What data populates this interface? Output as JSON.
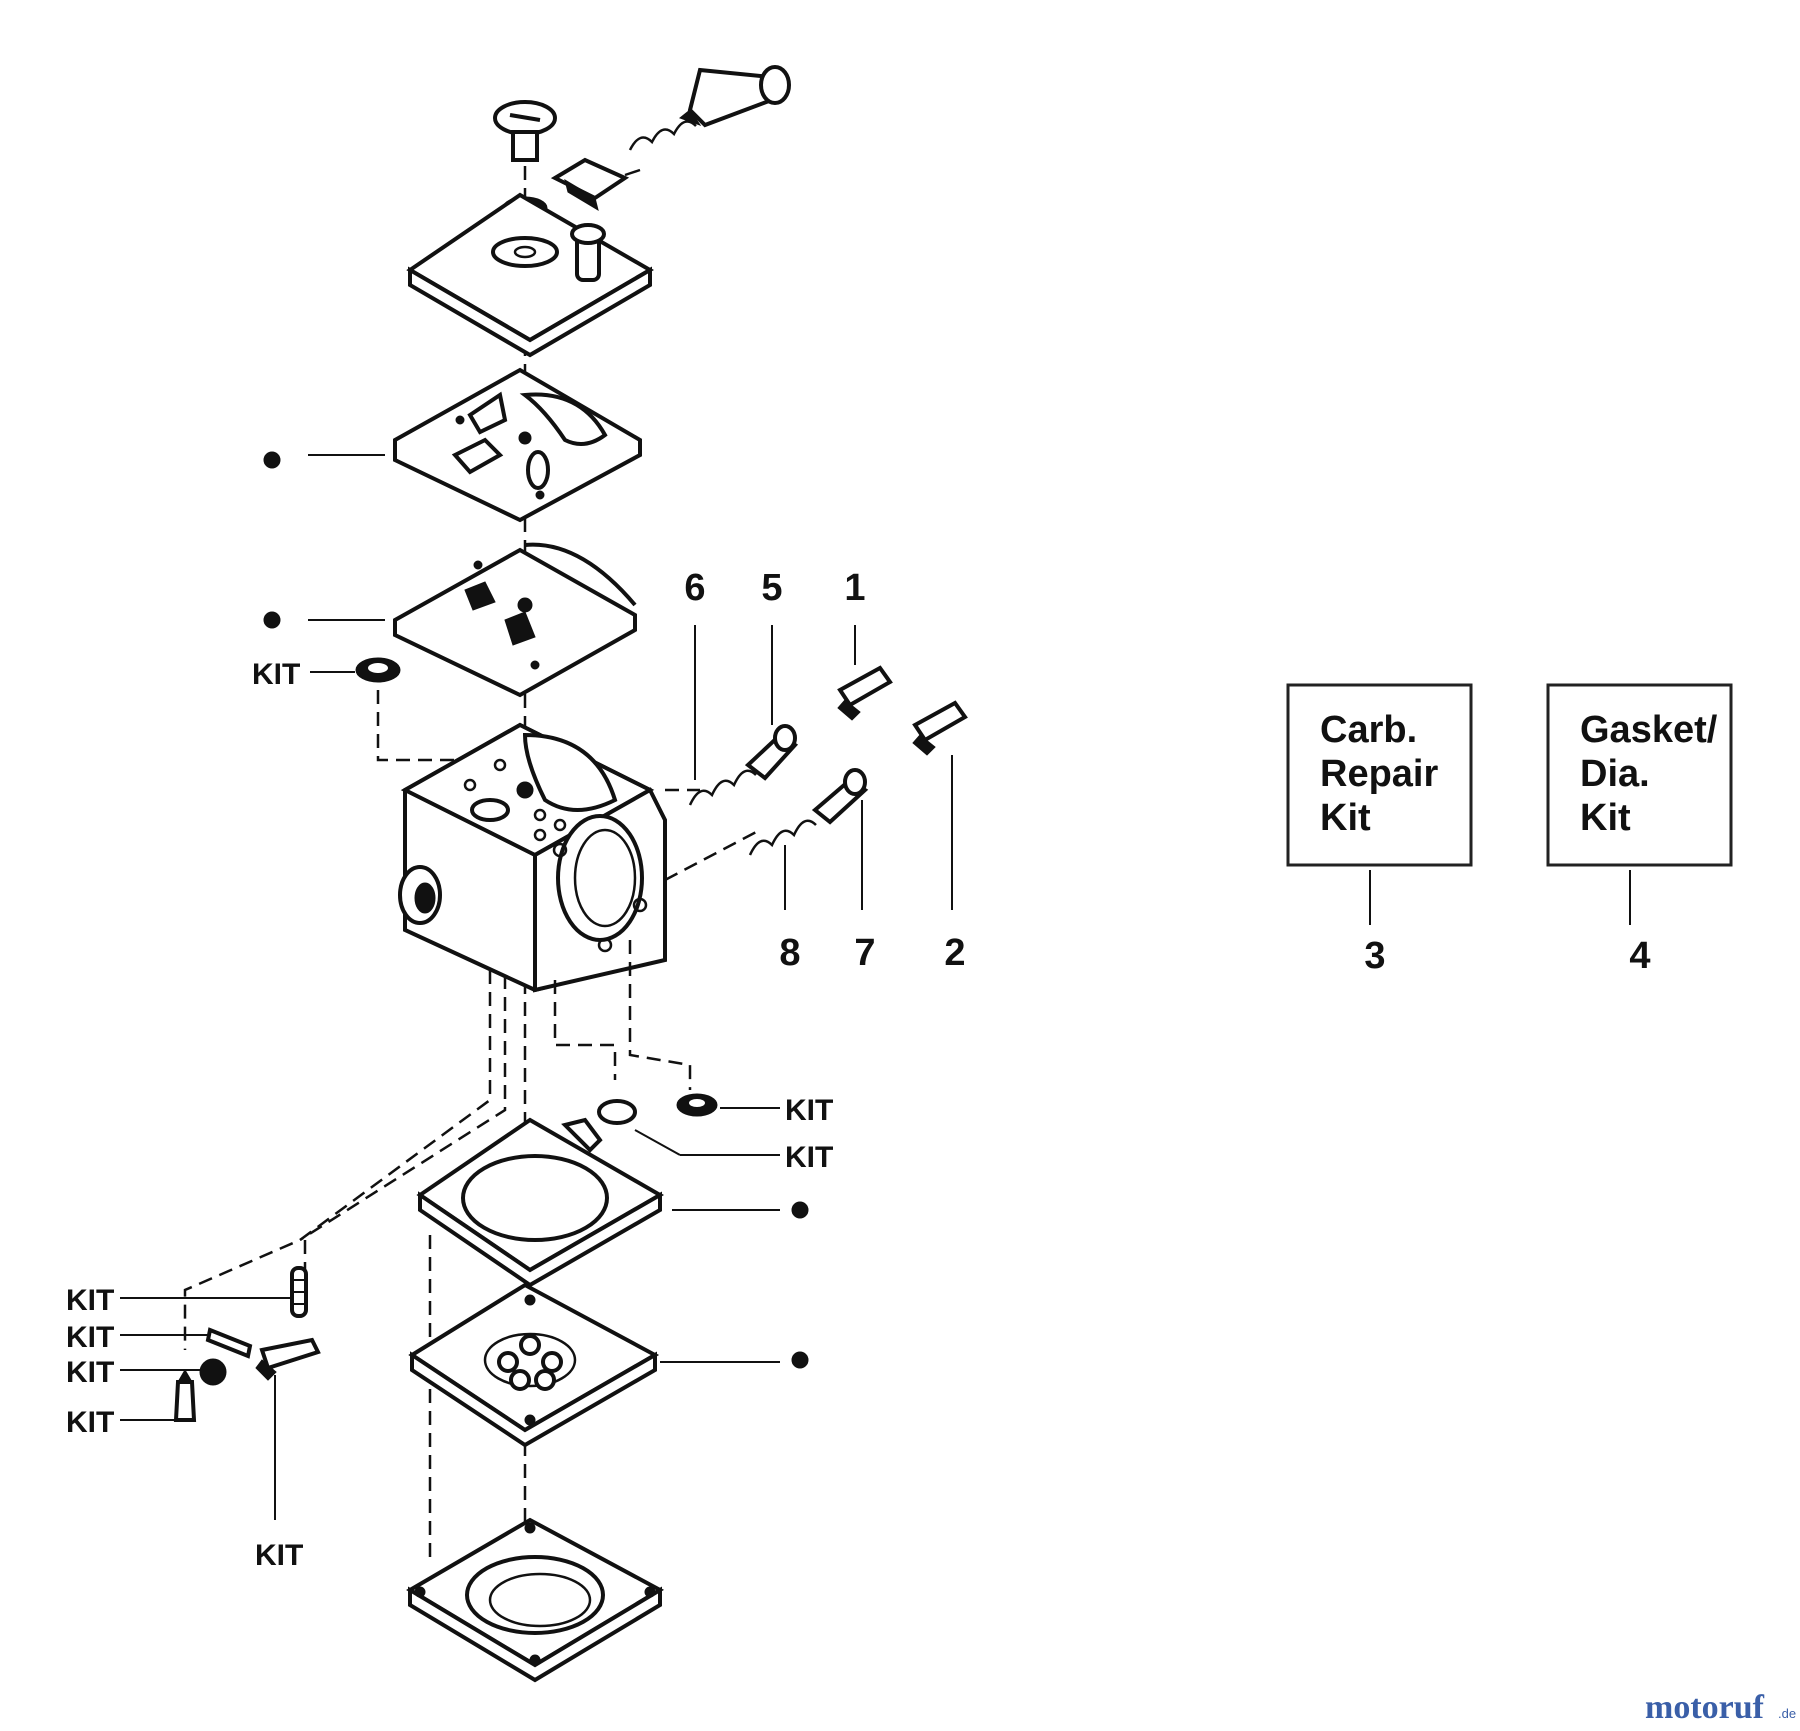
{
  "callouts": {
    "n1": "1",
    "n2": "2",
    "n3": "3",
    "n4": "4",
    "n5": "5",
    "n6": "6",
    "n7": "7",
    "n8": "8"
  },
  "kit_label": "KIT",
  "boxes": {
    "repair_kit": [
      "Carb.",
      "Repair",
      "Kit"
    ],
    "gasket_kit": [
      "Gasket/",
      "Dia.",
      "Kit"
    ]
  },
  "watermark": {
    "brand": "motoruf",
    "suffix": ".de"
  },
  "colors": {
    "line": "#111111",
    "background": "#ffffff",
    "watermark_blue": "#3a5fa8",
    "watermark_red": "#c0392b"
  }
}
